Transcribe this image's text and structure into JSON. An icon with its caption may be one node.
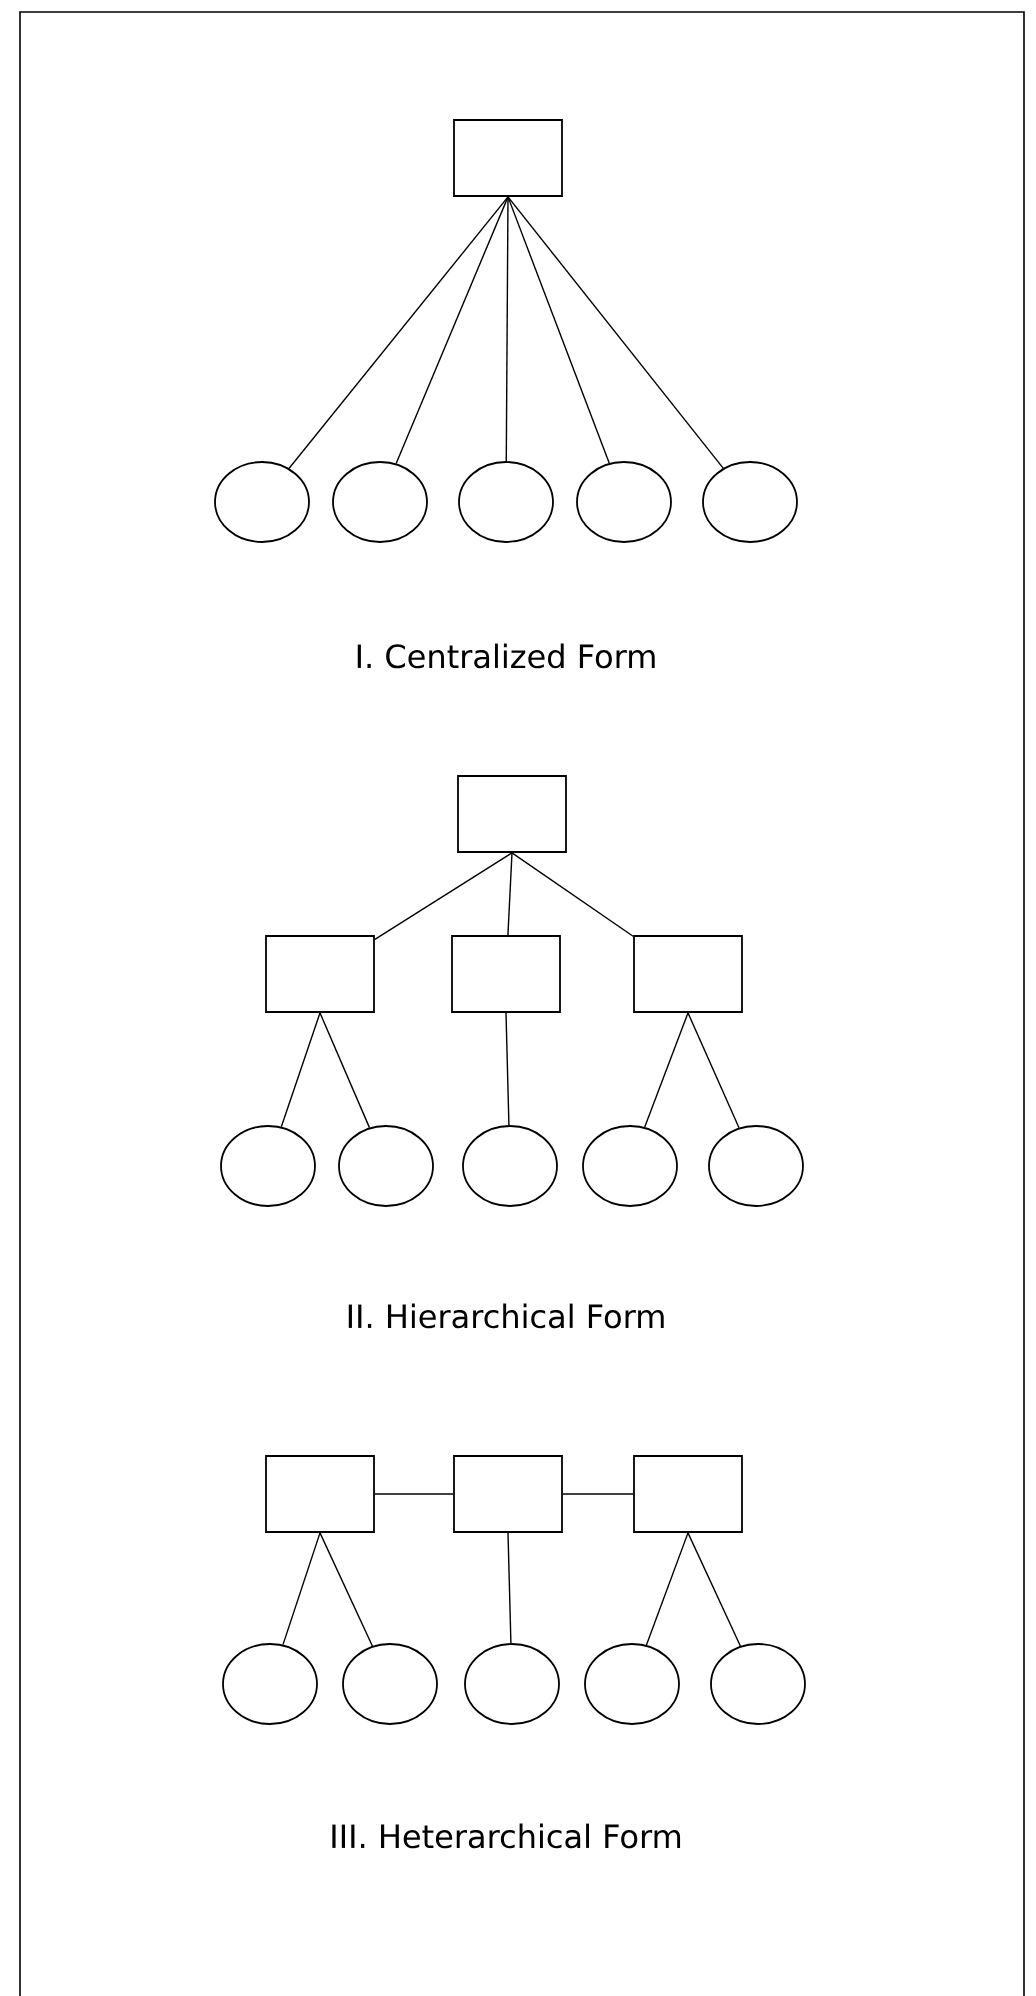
{
  "diagram": {
    "nodes": [
      {
        "text": [],
        "shape": "box"
      },
      {
        "text": [],
        "shape": "circle"
      },
      {
        "text": [],
        "shape": "circle"
      },
      {
        "text": [],
        "shape": "circle"
      },
      {
        "text": [],
        "shape": "circle"
      },
      {
        "text": [],
        "shape": "circle"
      },
      {
        "text": [],
        "shape": "box"
      },
      {
        "text": [],
        "shape": "box"
      },
      {
        "text": [],
        "shape": "box"
      },
      {
        "text": [],
        "shape": "box"
      },
      {
        "text": [],
        "shape": "circle"
      },
      {
        "text": [],
        "shape": "circle"
      },
      {
        "text": [],
        "shape": "circle"
      },
      {
        "text": [],
        "shape": "circle"
      },
      {
        "text": [],
        "shape": "circle"
      },
      {
        "text": [],
        "shape": "box"
      },
      {
        "text": [],
        "shape": "box"
      },
      {
        "text": [],
        "shape": "box"
      },
      {
        "text": [],
        "shape": "circle"
      },
      {
        "text": [],
        "shape": "circle"
      },
      {
        "text": [],
        "shape": "circle"
      },
      {
        "text": [],
        "shape": "circle"
      },
      {
        "text": [],
        "shape": "circle"
      }
    ],
    "edges": [
      {
        "from": 0,
        "to": 1,
        "arrow": "none"
      },
      {
        "from": 0,
        "to": 2,
        "arrow": "none"
      },
      {
        "from": 0,
        "to": 3,
        "arrow": "none"
      },
      {
        "from": 0,
        "to": 4,
        "arrow": "none"
      },
      {
        "from": 0,
        "to": 5,
        "arrow": "none"
      },
      {
        "from": 6,
        "to": 7,
        "arrow": "none"
      },
      {
        "from": 6,
        "to": 8,
        "arrow": "none"
      },
      {
        "from": 6,
        "to": 9,
        "arrow": "none"
      },
      {
        "from": 7,
        "to": 10,
        "arrow": "none"
      },
      {
        "from": 7,
        "to": 11,
        "arrow": "none"
      },
      {
        "from": 8,
        "to": 12,
        "arrow": "none"
      },
      {
        "from": 9,
        "to": 13,
        "arrow": "none"
      },
      {
        "from": 9,
        "to": 14,
        "arrow": "none"
      },
      {
        "from": 15,
        "to": 16,
        "arrow": "none"
      },
      {
        "from": 16,
        "to": 17,
        "arrow": "none"
      },
      {
        "from": 15,
        "to": 18,
        "arrow": "none"
      },
      {
        "from": 15,
        "to": 19,
        "arrow": "none"
      },
      {
        "from": 16,
        "to": 20,
        "arrow": "none"
      },
      {
        "from": 17,
        "to": 21,
        "arrow": "none"
      },
      {
        "from": 17,
        "to": 22,
        "arrow": "none"
      }
    ],
    "labels": [
      "I. Centralized Form",
      "II. Hierarchical Form",
      "III. Heterarchical Form"
    ]
  }
}
